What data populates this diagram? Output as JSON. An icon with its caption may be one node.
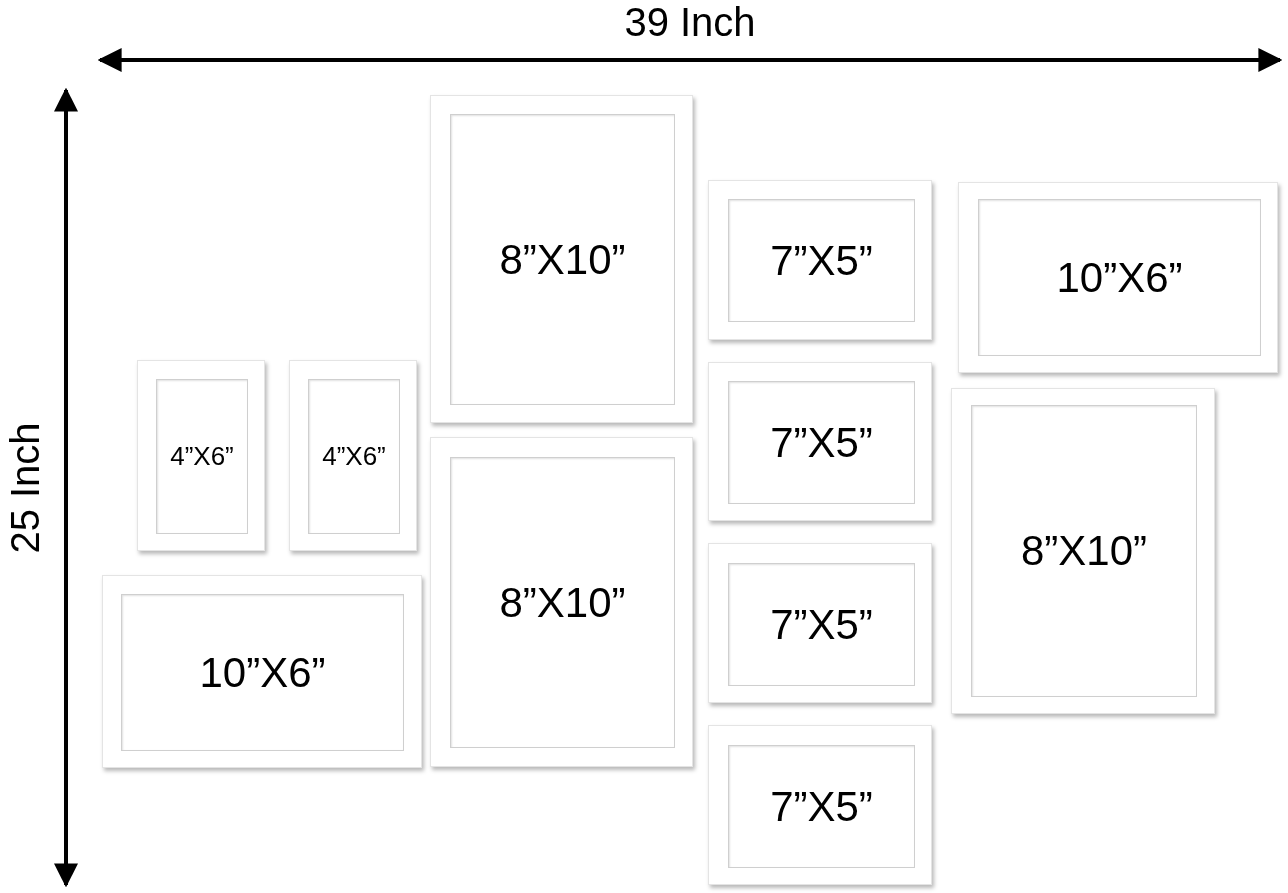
{
  "diagram": {
    "nodes": [
      {
        "text": [
          "8”X10”"
        ]
      },
      {
        "text": [
          "7”X5”"
        ]
      },
      {
        "text": [
          "10”X6”"
        ]
      },
      {
        "text": [
          "4”X6”"
        ]
      },
      {
        "text": [
          "4”X6”"
        ]
      },
      {
        "text": [
          "7”X5”"
        ]
      },
      {
        "text": [
          "8”X10”"
        ]
      },
      {
        "text": [
          "8”X10”"
        ]
      },
      {
        "text": [
          "7”X5”"
        ]
      },
      {
        "text": [
          "10”X6”"
        ]
      },
      {
        "text": [
          "7”X5”"
        ]
      }
    ],
    "edges": [],
    "labels": [
      "39 Inch",
      "25 Inch"
    ]
  }
}
